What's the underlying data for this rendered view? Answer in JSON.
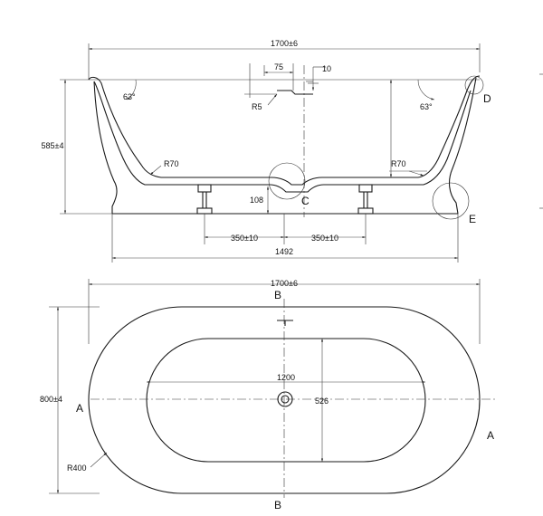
{
  "side_view": {
    "dimensions": {
      "overall_length": "1700±6",
      "drain_width": "75",
      "drain_offset": "10",
      "drain_radius": "R5",
      "height": "585±4",
      "angle_left": "63°",
      "angle_right": "63°",
      "radius_left": "R70",
      "radius_right": "R70",
      "drain_height": "108",
      "foot_left": "350±10",
      "foot_right": "350±10",
      "base_length": "1492"
    },
    "details": {
      "c": "C",
      "d": "D",
      "e": "E"
    }
  },
  "top_view": {
    "dimensions": {
      "overall_length": "1700±6",
      "width": "800±4",
      "inner_length": "1200",
      "inner_width": "526",
      "corner_radius": "R400"
    },
    "sections": {
      "b_top": "B",
      "b_bottom": "B",
      "a_left": "A",
      "a_right": "A"
    }
  }
}
